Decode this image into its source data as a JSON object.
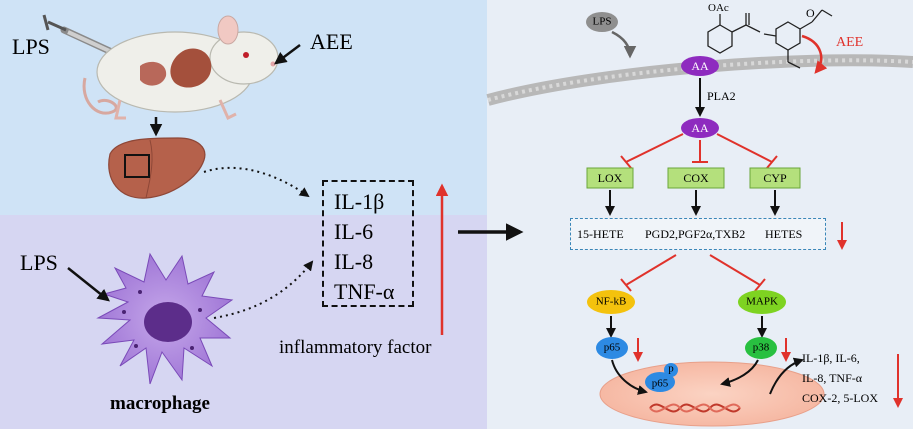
{
  "left_panel": {
    "lps_top": "LPS",
    "aee_top": "AEE",
    "lps_bottom": "LPS",
    "macrophage": "macrophage",
    "inflammatory_factors": [
      "IL-1β",
      "IL-6",
      "IL-8",
      "TNF-α"
    ],
    "inflammatory_label": "inflammatory factor"
  },
  "right_panel": {
    "lps": "LPS",
    "oac_label": "OAc",
    "aee": "AEE",
    "aa_top": "AA",
    "pla2": "PLA2",
    "aa_mid": "AA",
    "enzymes": [
      "LOX",
      "COX",
      "CYP"
    ],
    "metabolites": [
      "15-HETE",
      "PGD2,PGF2α,TXB2",
      "HETES"
    ],
    "nfkb": "NF-kB",
    "mapk": "MAPK",
    "p65": "p65",
    "p38": "p38",
    "p65_nuc": "p65",
    "p_mark": "p",
    "outputs": [
      "IL-1β, IL-6,",
      "IL-8, TNF-α",
      "COX-2, 5-LOX"
    ]
  },
  "colors": {
    "left_top_bg": "#cfe3f6",
    "left_bottom_bg": "#d6d6f2",
    "right_bg": "#e8eef6",
    "aa_purple": "#8e2bbf",
    "enzyme_green": "#b4e07c",
    "nfkb_yellow": "#f4c20d",
    "mapk_green": "#7ed321",
    "p65_blue": "#2d8ae3",
    "p38_green": "#28c040",
    "inhibit_red": "#e0322b",
    "nucleus": "#f9c9b8"
  },
  "icons": [
    "mouse-icon",
    "syringe-icon",
    "liver-icon",
    "macrophage-icon",
    "membrane-icon",
    "eugenol-structure-icon",
    "dna-icon"
  ]
}
